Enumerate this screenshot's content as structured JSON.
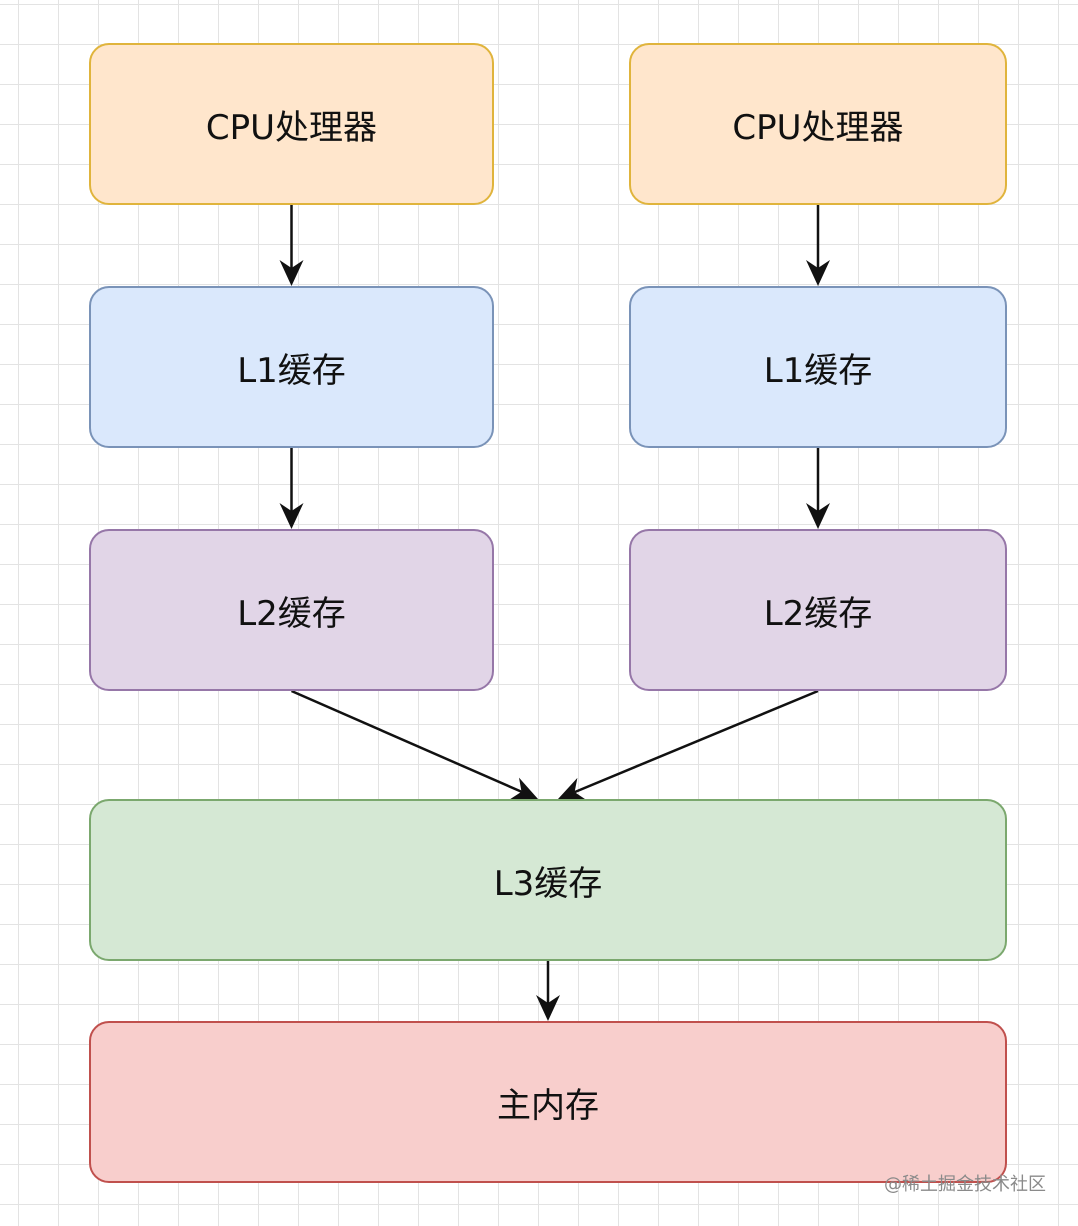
{
  "diagram": {
    "nodes": [
      {
        "id": "cpu-left",
        "label": "CPU处理器",
        "fill": "#ffe6cc",
        "stroke": "#e0b43c"
      },
      {
        "id": "cpu-right",
        "label": "CPU处理器",
        "fill": "#ffe6cc",
        "stroke": "#e0b43c"
      },
      {
        "id": "l1-left",
        "label": "L1缓存",
        "fill": "#dae8fc",
        "stroke": "#7a93b8"
      },
      {
        "id": "l1-right",
        "label": "L1缓存",
        "fill": "#dae8fc",
        "stroke": "#7a93b8"
      },
      {
        "id": "l2-left",
        "label": "L2缓存",
        "fill": "#e1d5e7",
        "stroke": "#9677a8"
      },
      {
        "id": "l2-right",
        "label": "L2缓存",
        "fill": "#e1d5e7",
        "stroke": "#9677a8"
      },
      {
        "id": "l3",
        "label": "L3缓存",
        "fill": "#d5e8d4",
        "stroke": "#7ba86e"
      },
      {
        "id": "memory",
        "label": "主内存",
        "fill": "#f8cecc",
        "stroke": "#c0504d"
      }
    ],
    "edges": [
      {
        "from": "cpu-left",
        "to": "l1-left"
      },
      {
        "from": "cpu-right",
        "to": "l1-right"
      },
      {
        "from": "l1-left",
        "to": "l2-left"
      },
      {
        "from": "l1-right",
        "to": "l2-right"
      },
      {
        "from": "l2-left",
        "to": "l3"
      },
      {
        "from": "l2-right",
        "to": "l3"
      },
      {
        "from": "l3",
        "to": "memory"
      }
    ],
    "edge_color": "#111111"
  },
  "watermark": "@稀土掘金技术社区"
}
